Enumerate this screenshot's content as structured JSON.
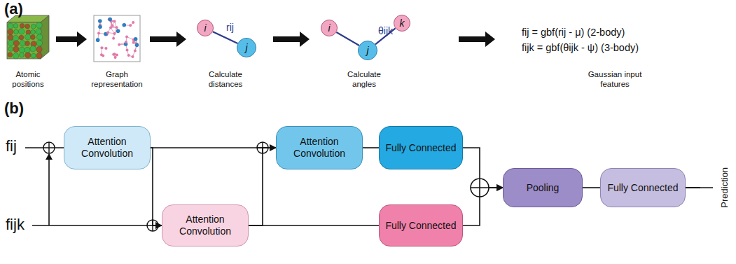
{
  "diagram": {
    "nodes": [
      {
        "text": [
          "i"
        ]
      },
      {
        "text": [
          "j"
        ]
      },
      {
        "text": [
          "i"
        ]
      },
      {
        "text": [
          "j"
        ]
      },
      {
        "text": [
          "k"
        ]
      },
      {
        "text": [
          "Attention Convolution"
        ]
      },
      {
        "text": [
          "Attention Convolution"
        ]
      },
      {
        "text": [
          "Attention Convolution"
        ]
      },
      {
        "text": [
          "Fully Connected"
        ]
      },
      {
        "text": [
          "Fully Connected"
        ]
      },
      {
        "text": [
          "Pooling"
        ]
      },
      {
        "text": [
          "Fully Connected"
        ]
      }
    ],
    "edges": [
      {
        "from": 0,
        "to": 1,
        "arrow": "none",
        "label": "rij"
      },
      {
        "from": 3,
        "to": 2,
        "arrow": "none"
      },
      {
        "from": 3,
        "to": 4,
        "arrow": "none"
      },
      {
        "from": 5,
        "to": 7,
        "arrow": "none"
      },
      {
        "from": 5,
        "to": 6,
        "arrow": "to"
      },
      {
        "from": 6,
        "to": 7,
        "arrow": "to"
      },
      {
        "from": 7,
        "to": 8,
        "arrow": "none"
      },
      {
        "from": 6,
        "to": 9,
        "arrow": "none"
      },
      {
        "from": 8,
        "to": 10,
        "arrow": "to"
      },
      {
        "from": 9,
        "to": 10,
        "arrow": "to"
      },
      {
        "from": 10,
        "to": 11,
        "arrow": "none"
      }
    ],
    "labels": [
      "(a)",
      "Atomic positions",
      "Graph representation",
      "Calculate distances",
      "Calculate angles",
      "θijk",
      "fij = gbf(rij - μ) (2-body)",
      "fijk = gbf(θijk - ψ) (3-body)",
      "Gaussian input features",
      "(b)",
      "fij",
      "fijk",
      "Prediction"
    ]
  }
}
